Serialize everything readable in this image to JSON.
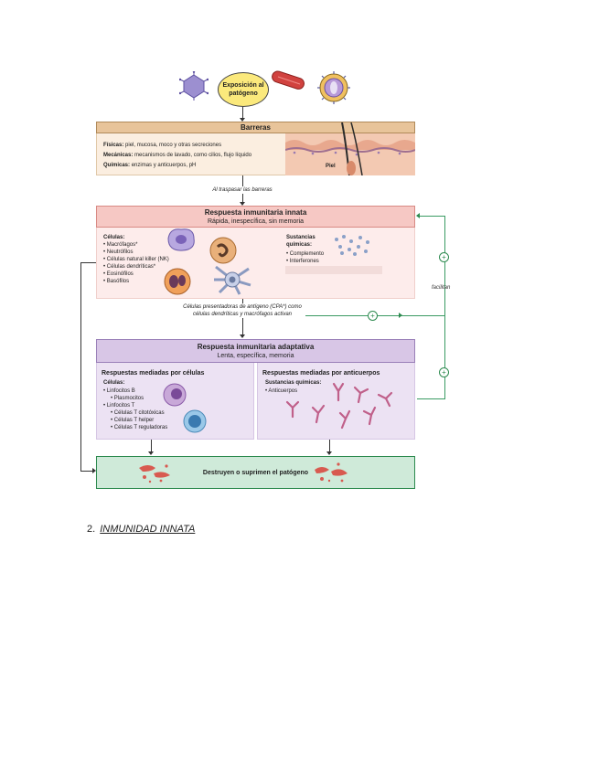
{
  "exposure": {
    "label": "Exposición al patógeno"
  },
  "barriers": {
    "title": "Barreras",
    "lines": [
      {
        "label": "Físicas:",
        "text": "piel, mucosa, moco y otras secreciones"
      },
      {
        "label": "Mecánicas:",
        "text": "mecanismos de lavado, como cilios, flujo líquido"
      },
      {
        "label": "Químicas:",
        "text": "enzimas y anticuerpos, pH"
      }
    ],
    "skin_label": "Piel"
  },
  "breach_text": "Al traspasar las barreras",
  "innate": {
    "title": "Respuesta inmunitaria innata",
    "subtitle": "Rápida, inespecífica, sin memoria",
    "cells_title": "Células:",
    "cells": [
      "• Macrófagos*",
      "• Neutrófilos",
      "• Células natural killer (NK)",
      "• Células dendríticas*",
      "• Eosinófilos",
      "• Basófilos"
    ],
    "chem_title": "Sustancias químicas:",
    "chem": [
      "• Complemento",
      "• Interferones"
    ]
  },
  "apc_text": "Células presentadoras de antígeno (CPA*) como células dendríticas y macrófagos activan",
  "facilitan": "facilitan",
  "adaptive": {
    "title": "Respuesta inmunitaria adaptativa",
    "subtitle": "Lenta, específica, memoria",
    "cell_mediated": {
      "title": "Respuestas mediadas por células",
      "cells_title": "Células:",
      "items": [
        "• Linfocitos B",
        "• Plasmocitos",
        "• Linfocitos T",
        "• Células T citotóxicas",
        "• Células T helper",
        "• Células T reguladoras"
      ]
    },
    "antibody": {
      "title": "Respuestas mediadas por anticuerpos",
      "chem_title": "Sustancias químicas:",
      "items": [
        "• Anticuerpos"
      ]
    }
  },
  "outcome": "Destruyen o suprimen el patógeno",
  "plus_sign": "+",
  "section_heading": {
    "number": "2.",
    "title": "INMUNIDAD INNATA"
  },
  "colors": {
    "barrier_header": "#e8c49a",
    "barrier_body": "#fbeee0",
    "innate_header": "#f6c8c4",
    "innate_body": "#fdeceb",
    "adaptive_header": "#d8c6e6",
    "adaptive_body": "#ece2f3",
    "outcome": "#cfead9",
    "outcome_border": "#2d8a4f",
    "exposure_fill": "#fbe97c"
  }
}
